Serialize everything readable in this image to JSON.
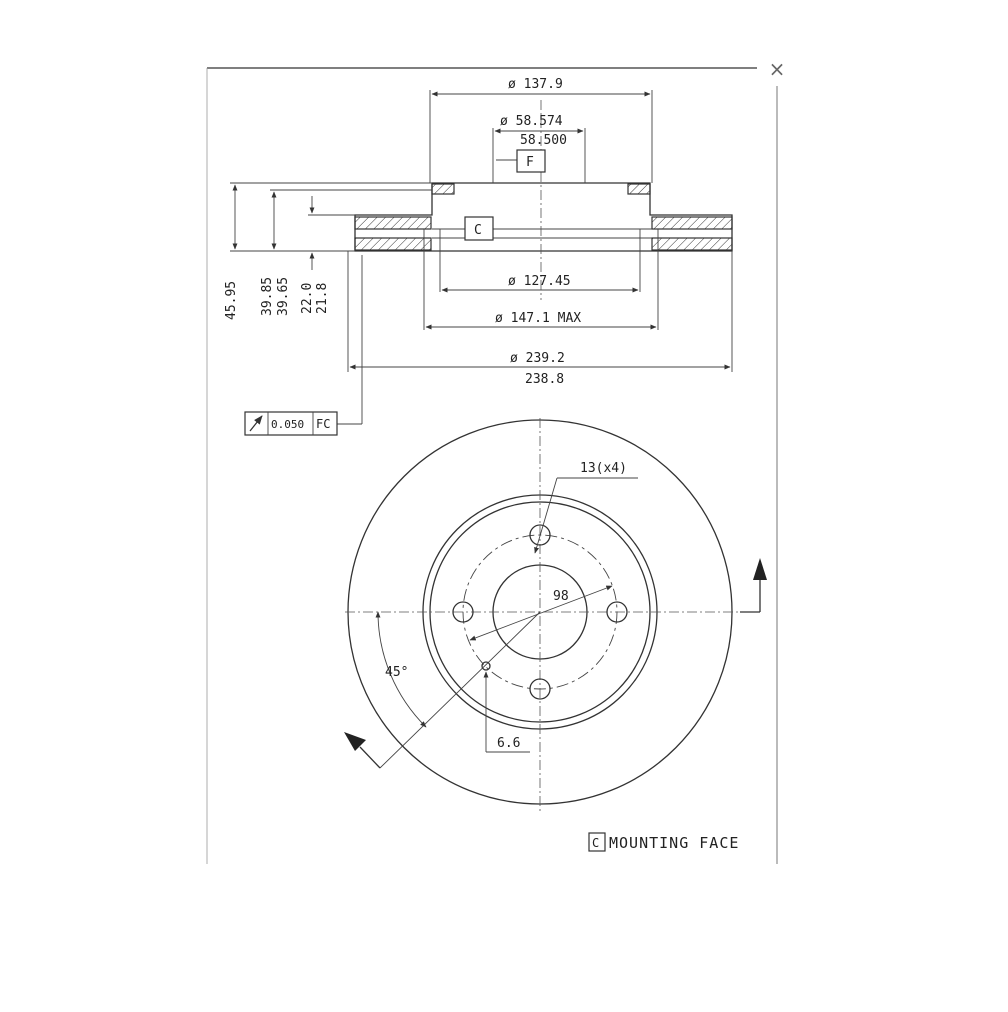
{
  "window": {
    "close_label": "×"
  },
  "section": {
    "dim_top": "ø 137.9",
    "dim_hub_upper": "ø 58.574",
    "dim_hub_lower": "58.500",
    "datum_f": "F",
    "datum_c": "C",
    "dim_inner": "ø 127.45",
    "dim_max": "ø 147.1 MAX",
    "dim_outer_upper": "ø 239.2",
    "dim_outer_lower": "238.8",
    "dim_height": "45.95",
    "dim_h2_upper": "39.85",
    "dim_h2_lower": "39.65",
    "dim_thick_upper": "22.0",
    "dim_thick_lower": "21.8",
    "tolerance_value": "0.050",
    "tolerance_datum": "FC"
  },
  "plan": {
    "bolt_holes": "13(x4)",
    "pcd": "98",
    "angle": "45°",
    "small_hole": "6.6",
    "datum_c": "C",
    "mounting_face": "MOUNTING FACE"
  }
}
